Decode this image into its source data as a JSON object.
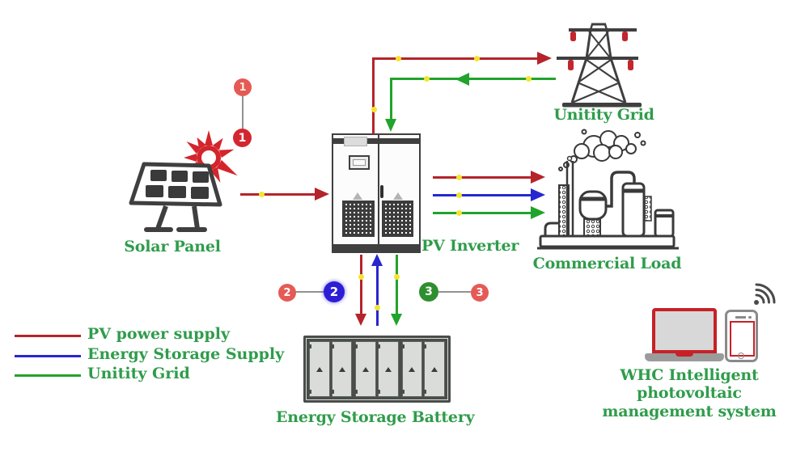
{
  "diagram_title": "",
  "nodes": {
    "solar_panel": {
      "label": "Solar Panel"
    },
    "pv_inverter": {
      "label": "PV Inverter"
    },
    "unity_grid": {
      "label": "Unitity Grid"
    },
    "commercial_load": {
      "label": "Commercial Load"
    },
    "energy_storage_battery": {
      "label": "Energy Storage Battery"
    },
    "management_system": {
      "line1": "WHC Intelligent photovoltaic",
      "line2": "management system"
    }
  },
  "markers": {
    "one_top": "1",
    "one_bottom": "1",
    "two_left": "2",
    "two_blue": "2",
    "three_green": "3",
    "three_right": "3"
  },
  "legend": {
    "items": [
      {
        "label": "PV power supply",
        "color": "#b5242a"
      },
      {
        "label": "Energy Storage Supply",
        "color": "#2727cf"
      },
      {
        "label": "Unitity Grid",
        "color": "#21a32c"
      }
    ]
  },
  "colors": {
    "pv_red": "#b5242a",
    "storage_blue": "#2727cf",
    "grid_green": "#21a32c",
    "label_green": "#2f9c4b",
    "flow_dot_yellow": "#f3e52f",
    "marker_light_red": "#e55a55",
    "marker_dark_red": "#d32730",
    "marker_blue": "#2d1ed6",
    "marker_green": "#2e8f2e",
    "device_red": "#c62127",
    "outline_gray": "#3f3f3f"
  },
  "icons": {
    "sun": "red-starburst",
    "solar_panel": "tilted-panel-6-cells",
    "pv_inverter": "double-door-cabinet",
    "unity_grid": "transmission-tower",
    "commercial_load": "factory-with-smoke",
    "energy_storage_battery": "container-3-sections",
    "management_system": "laptop-phone-wifi"
  }
}
